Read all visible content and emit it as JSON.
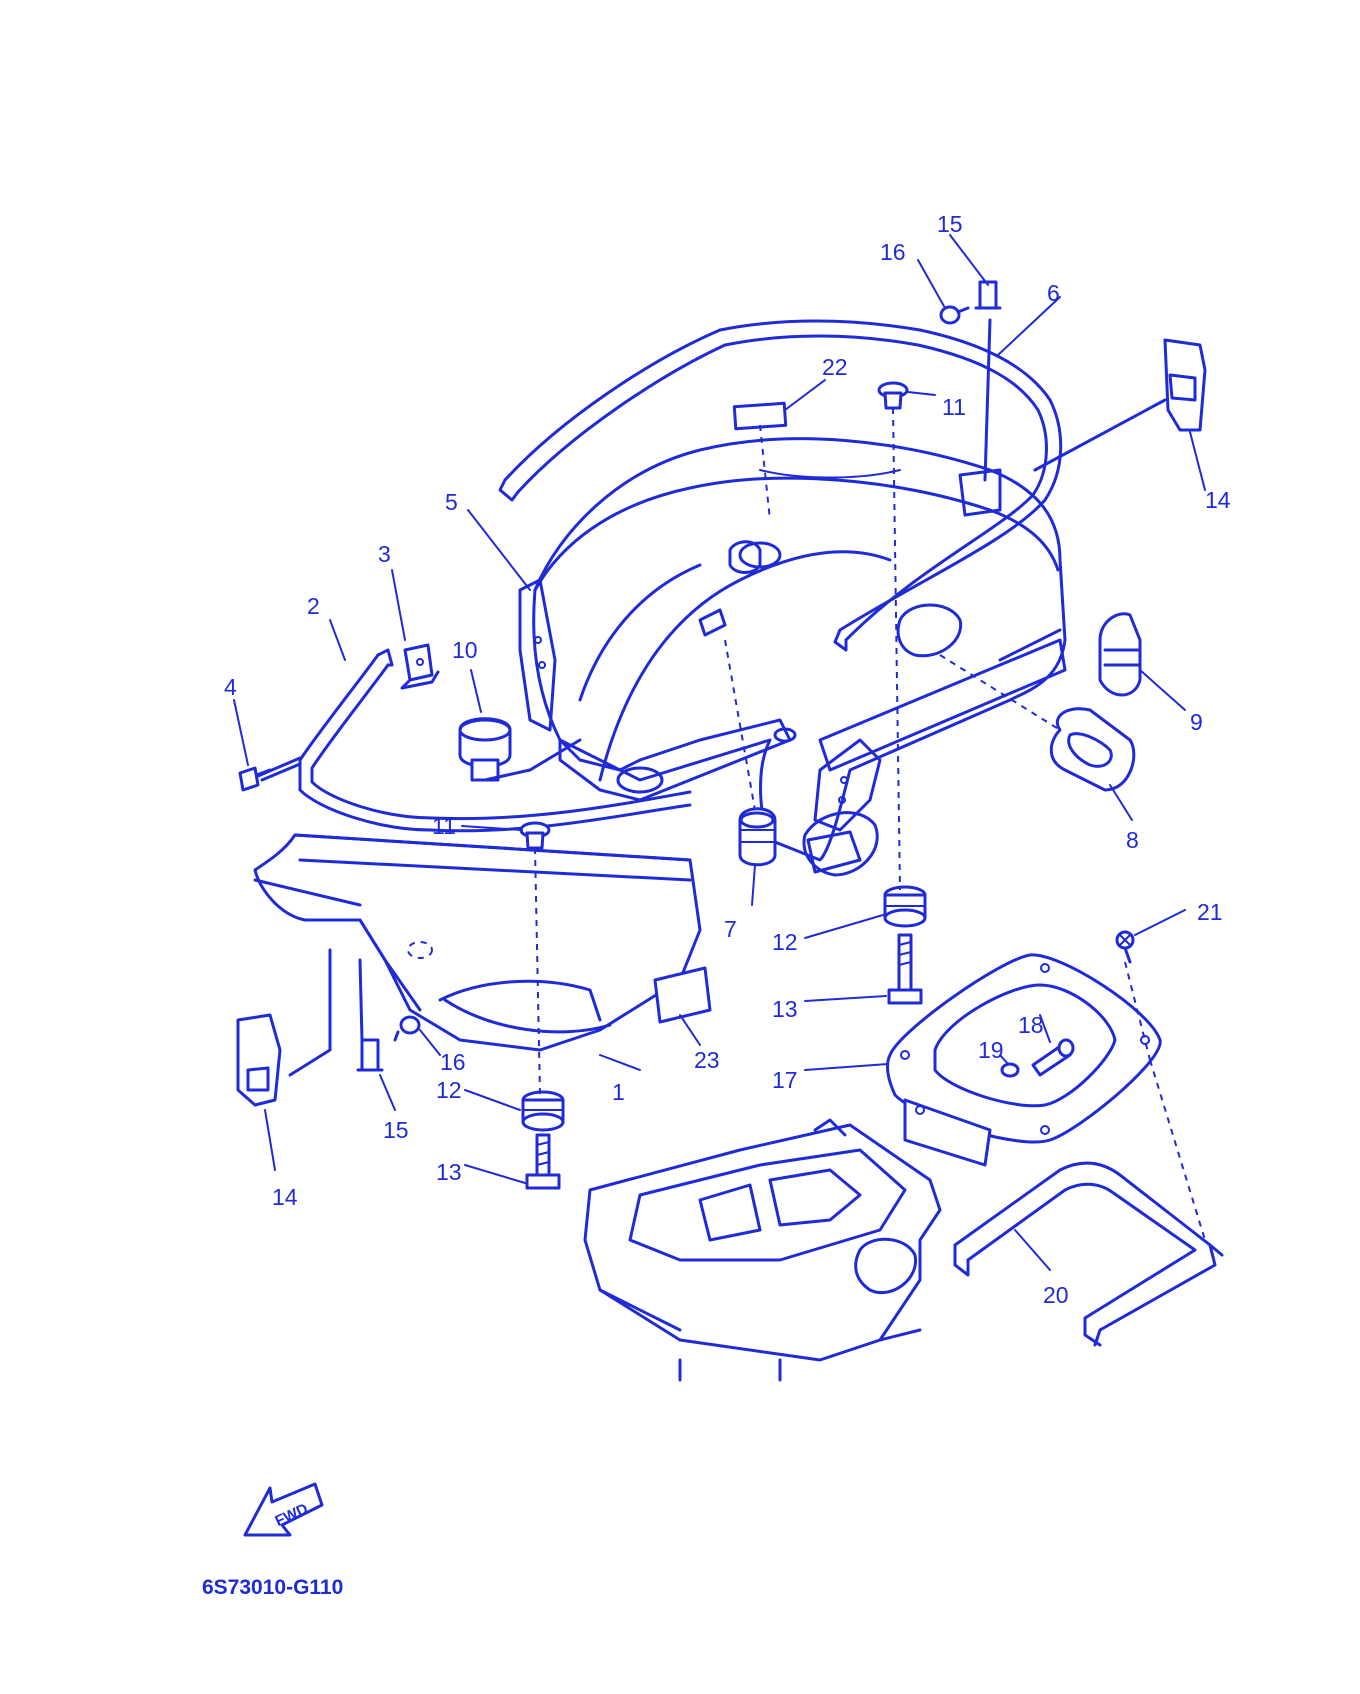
{
  "diagram": {
    "callouts": [
      {
        "id": "c1",
        "label": "1"
      },
      {
        "id": "c2",
        "label": "2"
      },
      {
        "id": "c3",
        "label": "3"
      },
      {
        "id": "c4",
        "label": "4"
      },
      {
        "id": "c5",
        "label": "5"
      },
      {
        "id": "c6",
        "label": "6"
      },
      {
        "id": "c7",
        "label": "7"
      },
      {
        "id": "c8",
        "label": "8"
      },
      {
        "id": "c9",
        "label": "9"
      },
      {
        "id": "c10",
        "label": "10"
      },
      {
        "id": "c11a",
        "label": "11"
      },
      {
        "id": "c11b",
        "label": "11"
      },
      {
        "id": "c12a",
        "label": "12"
      },
      {
        "id": "c12b",
        "label": "12"
      },
      {
        "id": "c13a",
        "label": "13"
      },
      {
        "id": "c13b",
        "label": "13"
      },
      {
        "id": "c14a",
        "label": "14"
      },
      {
        "id": "c14b",
        "label": "14"
      },
      {
        "id": "c15a",
        "label": "15"
      },
      {
        "id": "c15b",
        "label": "15"
      },
      {
        "id": "c16a",
        "label": "16"
      },
      {
        "id": "c16b",
        "label": "16"
      },
      {
        "id": "c17",
        "label": "17"
      },
      {
        "id": "c18",
        "label": "18"
      },
      {
        "id": "c19",
        "label": "19"
      },
      {
        "id": "c20",
        "label": "20"
      },
      {
        "id": "c21",
        "label": "21"
      },
      {
        "id": "c22",
        "label": "22"
      },
      {
        "id": "c23",
        "label": "23"
      }
    ],
    "fwd_label": "FWD",
    "drawing_code": "6S73010-G110",
    "line_color": "#1f2bd6"
  }
}
